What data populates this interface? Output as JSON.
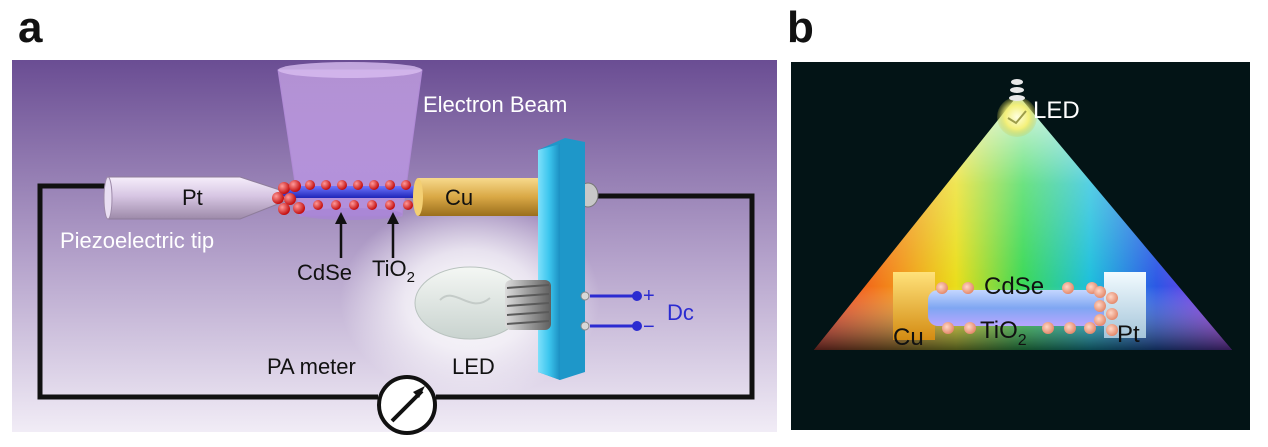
{
  "panel_a": {
    "letter": "a",
    "labels": {
      "electron_beam": "Electron Beam",
      "pt": "Pt",
      "cu": "Cu",
      "piezo_tip": "Piezoelectric tip",
      "cdse": "CdSe",
      "tio2_base": "TiO",
      "tio2_sub": "2",
      "plus": "+",
      "minus": "−",
      "dc": "Dc",
      "pa_meter": "PA meter",
      "led": "LED"
    },
    "colors": {
      "background_top": "#6a4d93",
      "background_bottom": "#efe9f5",
      "nanowire": "#2b35d8",
      "particles": "#e01e1e",
      "electrode_plate": "#3cc6ee",
      "dc_label": "#2b2bd1",
      "wire": "#111111"
    }
  },
  "panel_b": {
    "letter": "b",
    "labels": {
      "led": "LED",
      "cdse": "CdSe",
      "cu": "Cu",
      "tio2_base": "TiO",
      "tio2_sub": "2",
      "pt": "Pt"
    },
    "colors": {
      "background": "#031416",
      "rod": "#7fa6f2",
      "particles": "#f0a98e"
    }
  }
}
